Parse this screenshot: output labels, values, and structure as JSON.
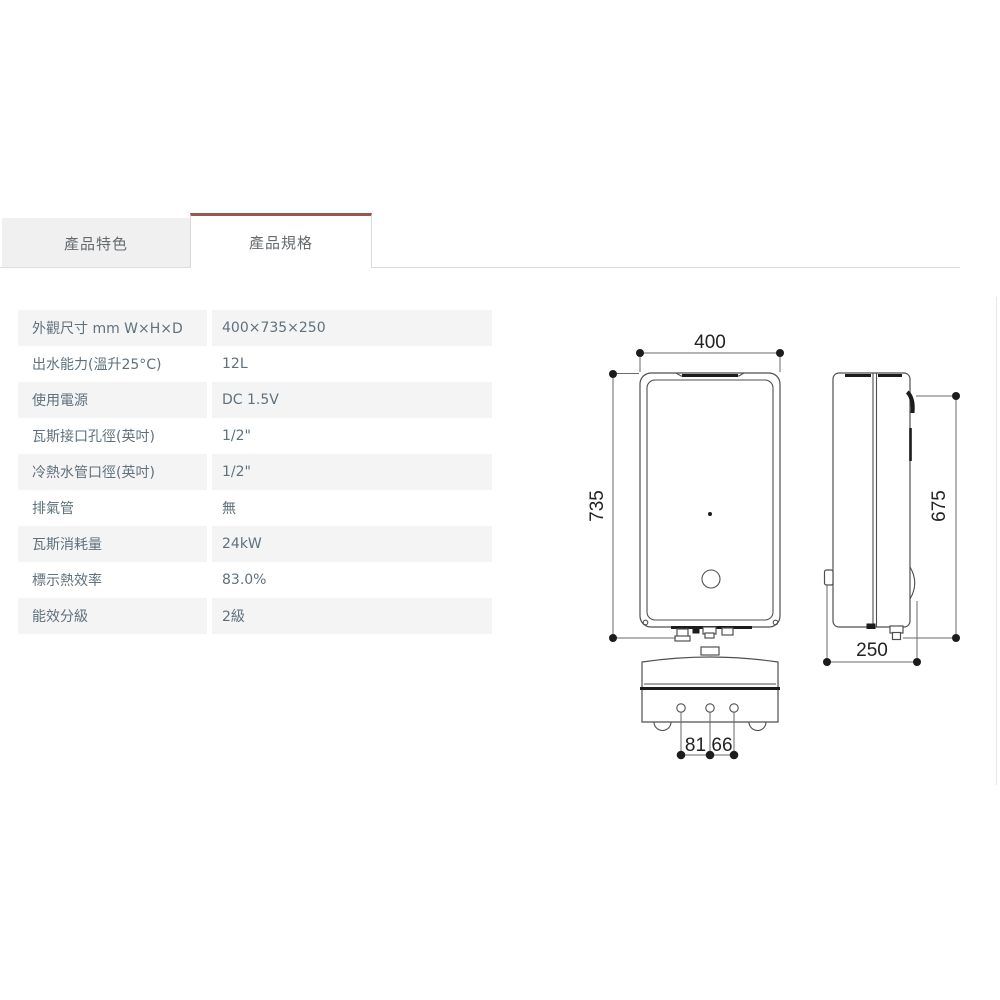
{
  "tabs": [
    {
      "label": "產品特色",
      "active": false
    },
    {
      "label": "產品規格",
      "active": true
    }
  ],
  "spec_table": {
    "rows": [
      {
        "label": "外觀尺寸 mm W×H×D",
        "value": "400×735×250"
      },
      {
        "label": "出水能力(溫升25°C)",
        "value": "12L"
      },
      {
        "label": "使用電源",
        "value": "DC 1.5V"
      },
      {
        "label": "瓦斯接口孔徑(英吋)",
        "value": "1/2\""
      },
      {
        "label": "冷熱水管口徑(英吋)",
        "value": "1/2\""
      },
      {
        "label": "排氣管",
        "value": "無"
      },
      {
        "label": "瓦斯消耗量",
        "value": "24kW"
      },
      {
        "label": "標示熱效率",
        "value": "83.0%"
      },
      {
        "label": "能效分級",
        "value": "2級"
      }
    ]
  },
  "diagram": {
    "dimensions": {
      "front_width": "400",
      "front_height": "735",
      "side_height": "675",
      "side_depth": "250",
      "bottom_pitch_left": "81",
      "bottom_pitch_right": "66"
    }
  },
  "colors": {
    "accent": "#9a564e",
    "tab_inactive_bg": "#f0f0f1",
    "tab_text": "#666b6e",
    "table_text": "#5f717c",
    "stripe_bg": "#f4f4f5",
    "divider": "#dcdcdc",
    "line": "#4f4f4f",
    "dimline": "#6a6a6a",
    "dark": "#1c1c1c"
  }
}
